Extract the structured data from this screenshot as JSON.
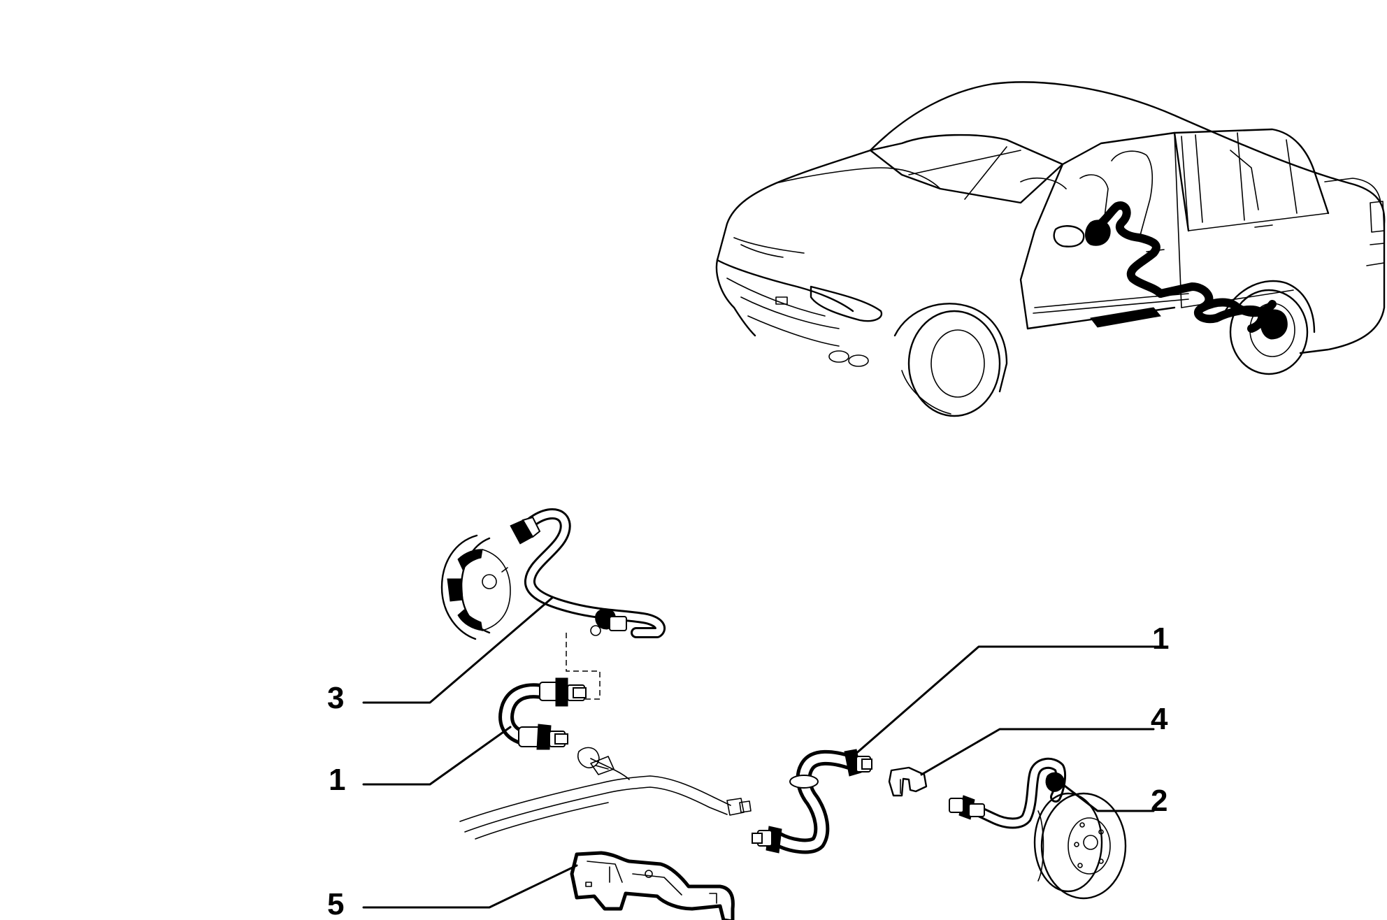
{
  "callouts": [
    {
      "id": "callout-3",
      "label": "3"
    },
    {
      "id": "callout-1-left",
      "label": "1"
    },
    {
      "id": "callout-5",
      "label": "5"
    },
    {
      "id": "callout-1-right",
      "label": "1"
    },
    {
      "id": "callout-4",
      "label": "4"
    },
    {
      "id": "callout-2",
      "label": "2"
    }
  ],
  "figures": {
    "car": "car-overview-drawing",
    "parts": [
      "rear-brake-pipe",
      "flexible-hose",
      "rear-brake-pipe-right",
      "clip",
      "bracket",
      "brake-drum-hub"
    ]
  }
}
